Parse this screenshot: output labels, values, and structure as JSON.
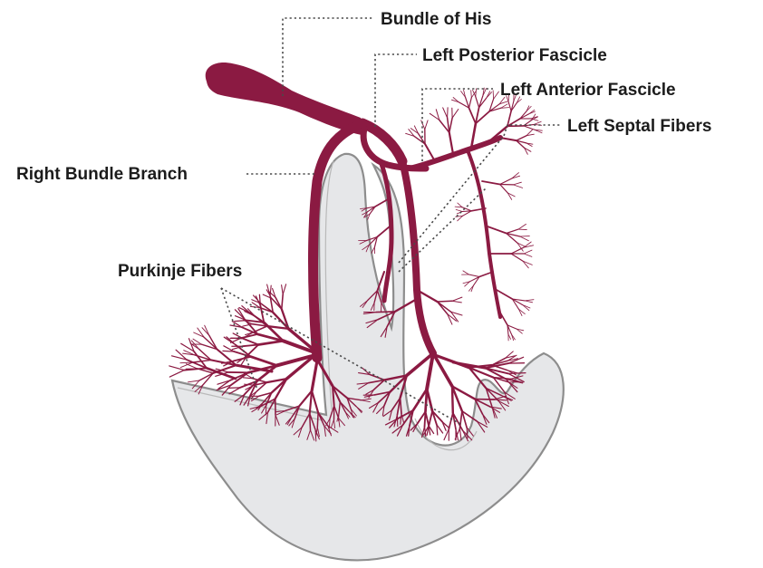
{
  "labels": {
    "bundle_of_his": "Bundle of His",
    "left_posterior_fascicle": "Left Posterior Fascicle",
    "left_anterior_fascicle": "Left Anterior Fascicle",
    "left_septal_fibers": "Left Septal Fibers",
    "right_bundle_branch": "Right Bundle Branch",
    "purkinje_fibers": "Purkinje Fibers"
  },
  "colors": {
    "conduction": "#8b1a42",
    "tissue": "#e6e7e9",
    "tissue_outline": "#8d8d8d",
    "text": "#1c1c1c",
    "leader": "#4a4a4a"
  }
}
